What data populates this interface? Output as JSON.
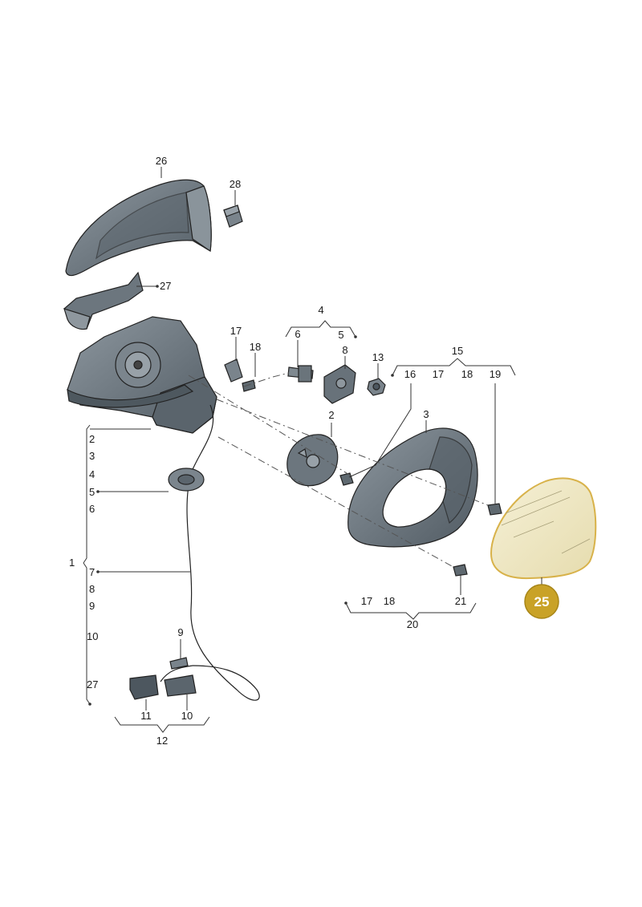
{
  "labels": {
    "l1": "1",
    "l2a": "2",
    "l2b": "2",
    "l3a": "3",
    "l3b": "3",
    "l4a": "4",
    "l4b": "4",
    "l5a": "5",
    "l5b": "5",
    "l6a": "6",
    "l6b": "6",
    "l7": "7",
    "l8a": "8",
    "l8b": "8",
    "l9a": "9",
    "l9b": "9",
    "l10a": "10",
    "l10b": "10",
    "l11": "11",
    "l12": "12",
    "l13": "13",
    "l15": "15",
    "l16": "16",
    "l17a": "17",
    "l17b": "17",
    "l17c": "17",
    "l18a": "18",
    "l18b": "18",
    "l18c": "18",
    "l19": "19",
    "l20": "20",
    "l21": "21",
    "l26": "26",
    "l27a": "27",
    "l27b": "27",
    "l28": "28"
  },
  "highlight": {
    "label": "25",
    "color": "#c9a227"
  },
  "colors": {
    "part_fill": "#6f7a83",
    "part_dark": "#4d575f",
    "glass_fill": "#efe9c9",
    "glass_stroke": "#d8b24a"
  }
}
